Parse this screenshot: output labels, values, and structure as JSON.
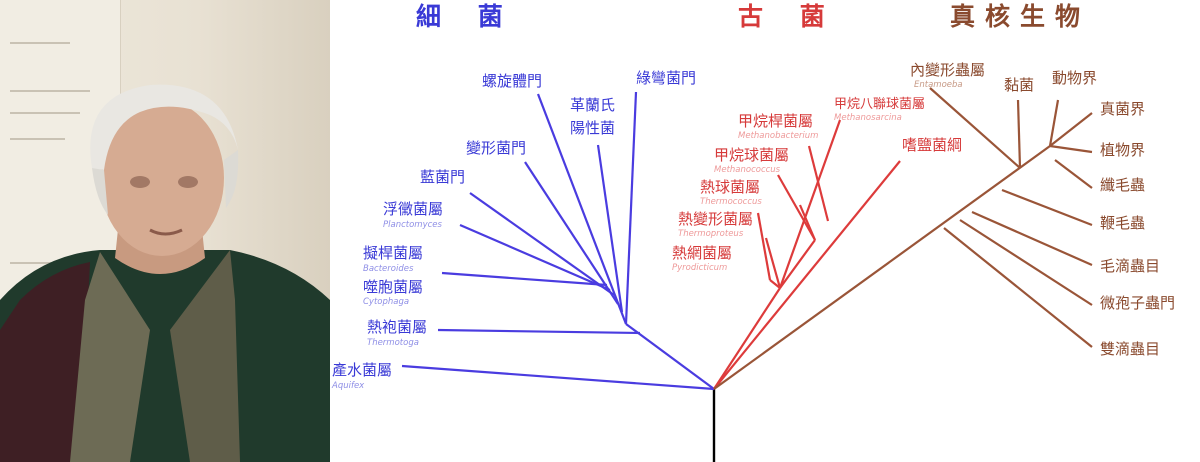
{
  "headers": {
    "bacteria": "細 菌",
    "archaea": "古 菌",
    "eukarya": "真核生物"
  },
  "colors": {
    "bacteria": "#3a3ad6",
    "archaea": "#d63a3a",
    "eukarya": "#8a4a2e",
    "root": "#000000"
  },
  "photo": {
    "subject": "portrait of an elderly man"
  },
  "bacteria": [
    {
      "label": "螺旋體門"
    },
    {
      "label": "綠彎菌門"
    },
    {
      "label": "革蘭氏",
      "label2": "陽性菌"
    },
    {
      "label": "變形菌門"
    },
    {
      "label": "藍菌門"
    },
    {
      "label": "浮黴菌屬",
      "sub": "Planctomyces"
    },
    {
      "label": "擬桿菌屬",
      "sub": "Bacteroides"
    },
    {
      "label": "噬胞菌屬",
      "sub": "Cytophaga"
    },
    {
      "label": "熱袍菌屬",
      "sub": "Thermotoga"
    },
    {
      "label": "產水菌屬",
      "sub": "Aquifex"
    }
  ],
  "archaea": [
    {
      "label": "甲烷八聯球菌屬",
      "sub": "Methanosarcina"
    },
    {
      "label": "甲烷桿菌屬",
      "sub": "Methanobacterium"
    },
    {
      "label": "嗜鹽菌綱"
    },
    {
      "label": "甲烷球菌屬",
      "sub": "Methanococcus"
    },
    {
      "label": "熱球菌屬",
      "sub": "Thermococcus"
    },
    {
      "label": "熱變形菌屬",
      "sub": "Thermoproteus"
    },
    {
      "label": "熱網菌屬",
      "sub": "Pyrodicticum"
    }
  ],
  "eukarya": [
    {
      "label": "內變形蟲屬",
      "sub": "Entamoeba"
    },
    {
      "label": "黏菌"
    },
    {
      "label": "動物界"
    },
    {
      "label": "真菌界"
    },
    {
      "label": "植物界"
    },
    {
      "label": "纖毛蟲"
    },
    {
      "label": "鞭毛蟲"
    },
    {
      "label": "毛滴蟲目"
    },
    {
      "label": "微孢子蟲門"
    },
    {
      "label": "雙滴蟲目"
    }
  ]
}
